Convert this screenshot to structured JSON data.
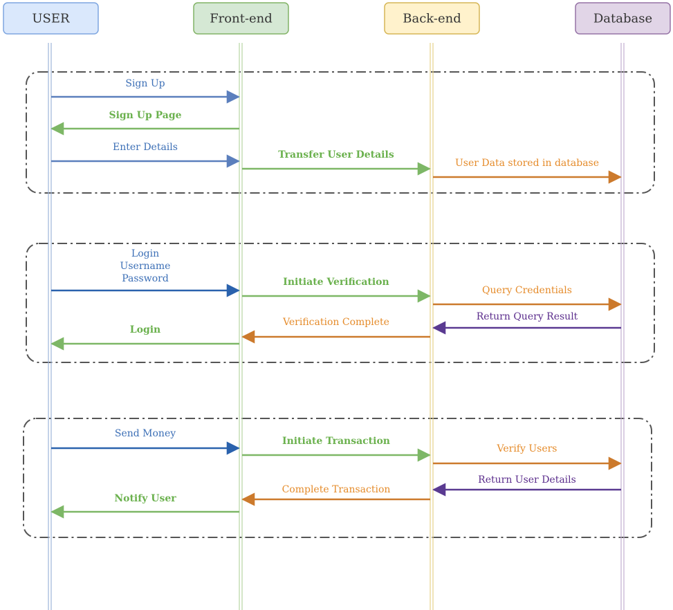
{
  "colors": {
    "blue": "#5b7fbd",
    "dark_blue": "#2a62ad",
    "green": "#7db766",
    "orange": "#cc7a2c",
    "purple": "#5a3a91",
    "label_blue": "#3c6fb6",
    "label_green": "#6bb14e",
    "label_orange": "#e58b2a",
    "label_purple": "#5b2d8c",
    "frame": "#555555"
  },
  "actors": [
    {
      "id": "user",
      "label": "USER",
      "fill": "#dae8fc",
      "stroke": "#7ea6e0",
      "lifeline": "#9db4d9"
    },
    {
      "id": "frontend",
      "label": "Front-end",
      "fill": "#d5e8d4",
      "stroke": "#82b366",
      "lifeline": "#b8d6a4"
    },
    {
      "id": "backend",
      "label": "Back-end",
      "fill": "#fff2cc",
      "stroke": "#d6b656",
      "lifeline": "#e6d28a"
    },
    {
      "id": "database",
      "label": "Database",
      "fill": "#e1d5e7",
      "stroke": "#9673a6",
      "lifeline": "#c2aed0"
    }
  ],
  "groups": [
    {
      "name": "signup-group"
    },
    {
      "name": "login-group"
    },
    {
      "name": "transaction-group"
    }
  ],
  "messages": [
    {
      "id": "sign-up",
      "label": "Sign Up",
      "from": "user",
      "to": "frontend",
      "color": "blue",
      "label_color": "label_blue"
    },
    {
      "id": "sign-up-page",
      "label": "Sign Up Page",
      "from": "frontend",
      "to": "user",
      "color": "green",
      "label_color": "label_green",
      "bold": true
    },
    {
      "id": "enter-details",
      "label": "Enter Details",
      "from": "user",
      "to": "frontend",
      "color": "blue",
      "label_color": "label_blue"
    },
    {
      "id": "transfer-user-details",
      "label": "Transfer User Details",
      "from": "frontend",
      "to": "backend",
      "color": "green",
      "label_color": "label_green",
      "bold": true
    },
    {
      "id": "user-data-stored",
      "label": "User Data stored in database",
      "from": "backend",
      "to": "database",
      "color": "orange",
      "label_color": "label_orange"
    },
    {
      "id": "login-credentials",
      "label_lines": [
        "Login",
        "Username",
        "Password"
      ],
      "from": "user",
      "to": "frontend",
      "color": "dark_blue",
      "label_color": "label_blue"
    },
    {
      "id": "initiate-verification",
      "label": "Initiate Verification",
      "from": "frontend",
      "to": "backend",
      "color": "green",
      "label_color": "label_green",
      "bold": true
    },
    {
      "id": "query-credentials",
      "label": "Query Credentials",
      "from": "backend",
      "to": "database",
      "color": "orange",
      "label_color": "label_orange"
    },
    {
      "id": "return-query-result",
      "label": "Return Query Result",
      "from": "database",
      "to": "backend",
      "color": "purple",
      "label_color": "label_purple"
    },
    {
      "id": "verification-complete",
      "label": "Verification Complete",
      "from": "backend",
      "to": "frontend",
      "color": "orange",
      "label_color": "label_orange"
    },
    {
      "id": "login-response",
      "label": "Login",
      "from": "frontend",
      "to": "user",
      "color": "green",
      "label_color": "label_green",
      "bold": true
    },
    {
      "id": "send-money",
      "label": "Send Money",
      "from": "user",
      "to": "frontend",
      "color": "dark_blue",
      "label_color": "label_blue"
    },
    {
      "id": "initiate-transaction",
      "label": "Initiate Transaction",
      "from": "frontend",
      "to": "backend",
      "color": "green",
      "label_color": "label_green",
      "bold": true
    },
    {
      "id": "verify-users",
      "label": "Verify Users",
      "from": "backend",
      "to": "database",
      "color": "orange",
      "label_color": "label_orange"
    },
    {
      "id": "return-user-details",
      "label": "Return User Details",
      "from": "database",
      "to": "backend",
      "color": "purple",
      "label_color": "label_purple"
    },
    {
      "id": "complete-transaction",
      "label": "Complete Transaction",
      "from": "backend",
      "to": "frontend",
      "color": "orange",
      "label_color": "label_orange"
    },
    {
      "id": "notify-user",
      "label": "Notify User",
      "from": "frontend",
      "to": "user",
      "color": "green",
      "label_color": "label_green",
      "bold": true
    }
  ]
}
